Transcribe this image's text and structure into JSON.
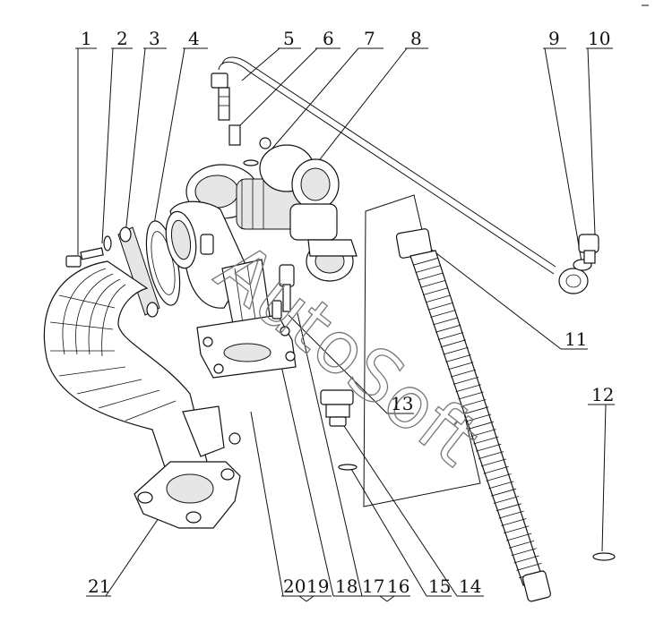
{
  "callouts": [
    {
      "id": "c1",
      "text": "1"
    },
    {
      "id": "c2",
      "text": "2"
    },
    {
      "id": "c3",
      "text": "3"
    },
    {
      "id": "c4",
      "text": "4"
    },
    {
      "id": "c5",
      "text": "5"
    },
    {
      "id": "c6",
      "text": "6"
    },
    {
      "id": "c7",
      "text": "7"
    },
    {
      "id": "c8",
      "text": "8"
    },
    {
      "id": "c9",
      "text": "9"
    },
    {
      "id": "c10",
      "text": "10"
    },
    {
      "id": "c11",
      "text": "11"
    },
    {
      "id": "c12",
      "text": "12"
    },
    {
      "id": "c13",
      "text": "13"
    },
    {
      "id": "c14",
      "text": "14"
    },
    {
      "id": "c15",
      "text": "15"
    },
    {
      "id": "c16",
      "text": "16"
    },
    {
      "id": "c17",
      "text": "17"
    },
    {
      "id": "c18",
      "text": "18"
    },
    {
      "id": "c19",
      "text": "19"
    },
    {
      "id": "c20",
      "text": "20"
    },
    {
      "id": "c21",
      "text": "21"
    }
  ],
  "watermark": "AutoSoft"
}
